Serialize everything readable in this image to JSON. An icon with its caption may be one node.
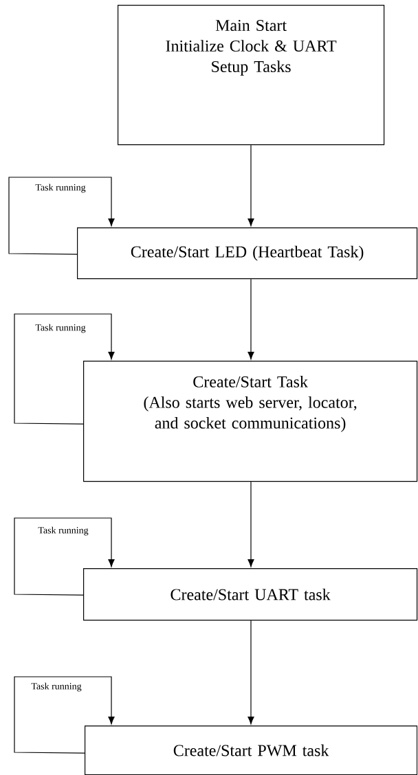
{
  "diagram": {
    "nodes": [
      {
        "text": [
          "Main Start",
          "Initialize Clock & UART",
          "Setup Tasks"
        ]
      },
      {
        "text": [
          "Create/Start LED (Heartbeat Task)"
        ]
      },
      {
        "text": [
          "Create/Start Task",
          "(Also starts web server, locator, and socket communications)"
        ]
      },
      {
        "text": [
          "Create/Start UART task"
        ]
      },
      {
        "text": [
          "Create/Start PWM task"
        ]
      }
    ],
    "edges": [
      {
        "from": 0,
        "to": 1,
        "arrow": "to"
      },
      {
        "from": 1,
        "to": 1,
        "arrow": "to",
        "label": "Task running"
      },
      {
        "from": 1,
        "to": 2,
        "arrow": "to"
      },
      {
        "from": 2,
        "to": 2,
        "arrow": "to",
        "label": "Task running"
      },
      {
        "from": 2,
        "to": 3,
        "arrow": "to"
      },
      {
        "from": 3,
        "to": 3,
        "arrow": "to",
        "label": "Task running"
      },
      {
        "from": 3,
        "to": 4,
        "arrow": "to"
      },
      {
        "from": 4,
        "to": 4,
        "arrow": "to",
        "label": "Task running"
      }
    ]
  }
}
